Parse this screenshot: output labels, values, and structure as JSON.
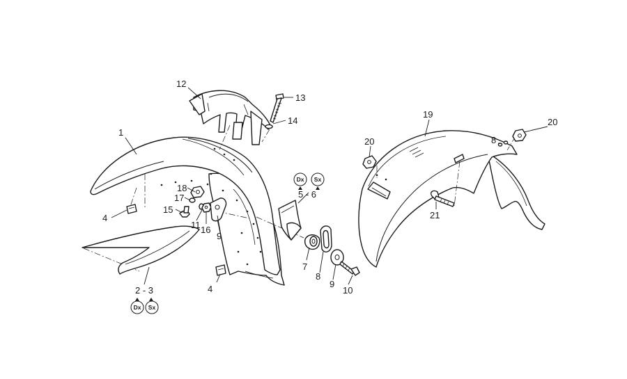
{
  "callouts": {
    "c1": "1",
    "c2_3": "2 - 3",
    "c4a": "4",
    "c4b": "4",
    "c5_6": "5 - 6",
    "c7": "7",
    "c8a": "8",
    "c8b": "8",
    "c9a": "9",
    "c9b": "9",
    "c10": "10",
    "c11": "11",
    "c12": "12",
    "c13": "13",
    "c14": "14",
    "c15": "15",
    "c16": "16",
    "c17": "17",
    "c18": "18",
    "c19": "19",
    "c20a": "20",
    "c20b": "20",
    "c21": "21"
  },
  "sides": {
    "right": "Dx",
    "left": "Sx"
  },
  "colors": {
    "line": "#1a1a1a",
    "background": "#ffffff"
  }
}
